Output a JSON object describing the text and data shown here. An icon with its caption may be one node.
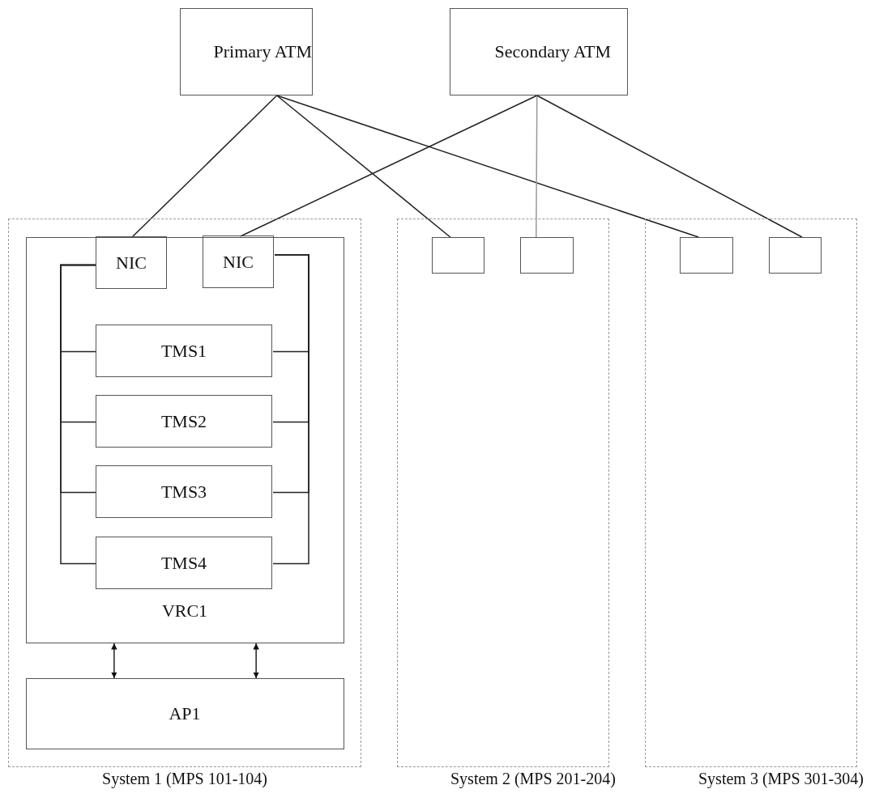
{
  "diagram": {
    "nodes": [
      {
        "text": [
          "Primary ATM"
        ]
      },
      {
        "text": [
          "Secondary ATM"
        ]
      },
      {
        "text": [
          "System 1 (MPS 101-104)"
        ]
      },
      {
        "text": [
          "VRC1"
        ],
        "in": 2
      },
      {
        "text": [
          "NIC"
        ],
        "in": 3
      },
      {
        "text": [
          "NIC"
        ],
        "in": 3
      },
      {
        "text": [
          "TMS1"
        ],
        "in": 3
      },
      {
        "text": [
          "TMS2"
        ],
        "in": 3
      },
      {
        "text": [
          "TMS3"
        ],
        "in": 3
      },
      {
        "text": [
          "TMS4"
        ],
        "in": 3
      },
      {
        "text": [
          "AP1"
        ],
        "in": 2
      },
      {
        "text": [
          "System 2 (MPS 201-204)"
        ]
      },
      {
        "text": [],
        "shape": "box",
        "in": 11
      },
      {
        "text": [],
        "shape": "box",
        "in": 11
      },
      {
        "text": [
          "System 3 (MPS 301-304)"
        ]
      },
      {
        "text": [],
        "shape": "box",
        "in": 14
      },
      {
        "text": [],
        "shape": "box",
        "in": 14
      }
    ],
    "edges": [
      {
        "from": 0,
        "to": 4,
        "arrow": "none"
      },
      {
        "from": 0,
        "to": 12,
        "arrow": "none"
      },
      {
        "from": 0,
        "to": 15,
        "arrow": "none"
      },
      {
        "from": 1,
        "to": 5,
        "arrow": "none"
      },
      {
        "from": 1,
        "to": 13,
        "arrow": "none",
        "color": "#999999"
      },
      {
        "from": 1,
        "to": 16,
        "arrow": "none"
      },
      {
        "from": 4,
        "to": 6,
        "arrow": "none"
      },
      {
        "from": 4,
        "to": 7,
        "arrow": "none"
      },
      {
        "from": 4,
        "to": 8,
        "arrow": "none"
      },
      {
        "from": 4,
        "to": 9,
        "arrow": "none"
      },
      {
        "from": 5,
        "to": 6,
        "arrow": "none"
      },
      {
        "from": 5,
        "to": 7,
        "arrow": "none"
      },
      {
        "from": 5,
        "to": 8,
        "arrow": "none"
      },
      {
        "from": 5,
        "to": 9,
        "arrow": "none"
      },
      {
        "from": 3,
        "to": 10,
        "arrow": "both"
      },
      {
        "from": 3,
        "to": 10,
        "arrow": "both"
      }
    ]
  }
}
